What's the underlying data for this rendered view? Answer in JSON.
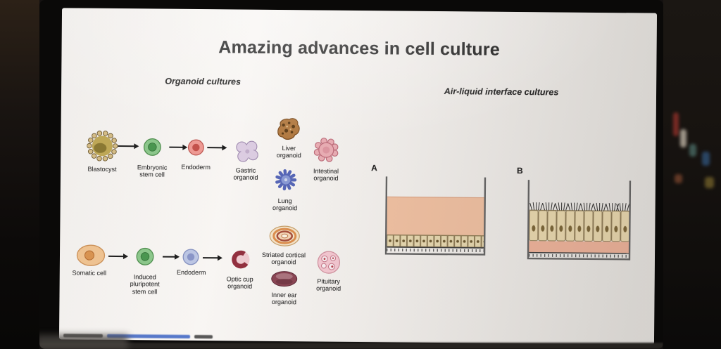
{
  "slide": {
    "title": "Amazing advances in cell culture",
    "organoid_section": {
      "heading": "Organoid cultures",
      "row1": {
        "blastocyst_label": "Blastocyst",
        "esc_label": "Embryonic\nstem cell",
        "endoderm_label": "Endoderm",
        "gastric_label": "Gastric\norganoid",
        "liver_label": "Liver\norganoid",
        "intestinal_label": "Intestinal\norganoid",
        "lung_label": "Lung\norganoid"
      },
      "row2": {
        "somatic_label": "Somatic cell",
        "ipsc_label": "Induced\npluripotent\nstem cell",
        "endoderm_label": "Endoderm",
        "optic_label": "Optic cup\norganoid",
        "cortical_label": "Striated cortical\norganoid",
        "inner_ear_label": "Inner ear\norganoid",
        "pituitary_label": "Pituitary\norganoid"
      }
    },
    "ali_section": {
      "heading": "Air-liquid interface cultures",
      "dish_a_label": "A",
      "dish_b_label": "B"
    }
  },
  "colors": {
    "slide_background": "#f7f5f3",
    "title_text": "#191919",
    "label_text": "#313131",
    "culture_medium": "#f3c3a4",
    "epithelial_cells": "#ecdbb2",
    "basal_layer": "#f3b79e",
    "stem_cell_green": "#8cc98c",
    "endoderm_red": "#ef9a94",
    "endoderm_blue": "#bcc6e4",
    "citation_link_blue": "#3a62c4"
  }
}
